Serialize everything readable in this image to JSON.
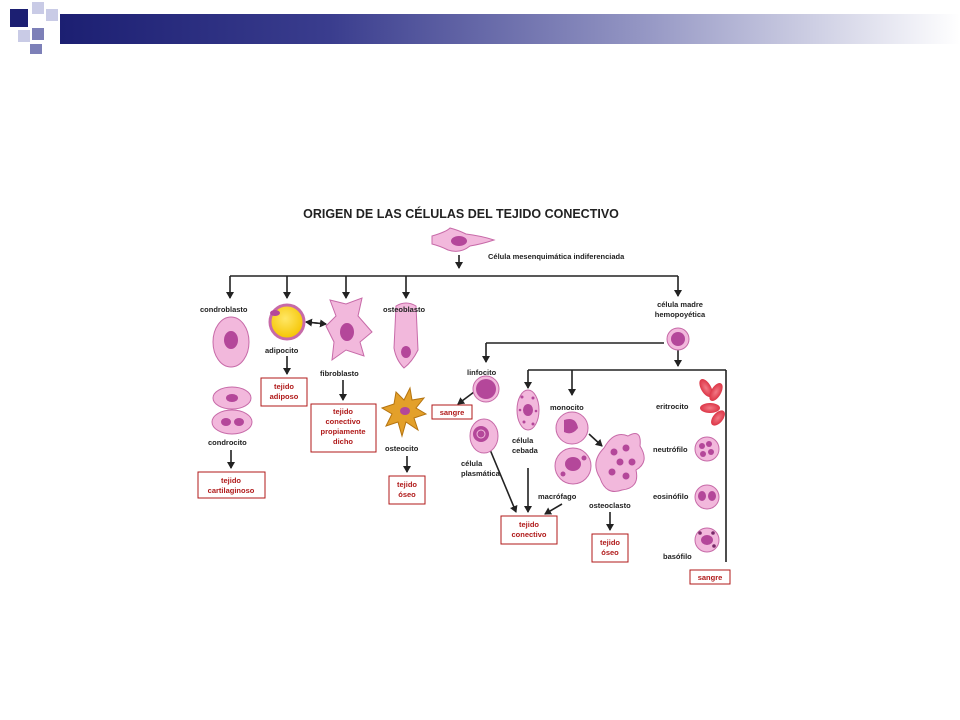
{
  "slide": {
    "banner_colors": {
      "dark": "#1c1f72",
      "mid": "#7d80b8",
      "light": "#c9cbe6"
    }
  },
  "diagram": {
    "title": "ORIGEN DE LAS CÉLULAS DEL TEJIDO CONECTIVO",
    "root_label": "Célula mesenquimática indiferenciada",
    "cells": {
      "condroblasto": "condroblasto",
      "adipocito": "adipocito",
      "fibroblasto": "fibroblasto",
      "osteoblasto": "osteoblasto",
      "celula_madre": [
        "célula madre",
        "hemopoyética"
      ],
      "condrocito": "condrocito",
      "osteocito": "osteocito",
      "linfocito": "linfocito",
      "celula_plasmatica": [
        "célula",
        "plasmática"
      ],
      "celula_cebada": [
        "célula",
        "cebada"
      ],
      "monocito": "monocito",
      "macrofago": "macrófago",
      "osteoclasto": "osteoclasto",
      "eritrocito": "eritrocito",
      "neutrofilo": "neutrófilo",
      "eosinofilo": "eosinófilo",
      "basofilo": "basófilo"
    },
    "tissues": {
      "adiposo": [
        "tejido",
        "adiposo"
      ],
      "conectivo_propio": [
        "tejido",
        "conectivo",
        "propiamente",
        "dicho"
      ],
      "cartilaginoso": [
        "tejido",
        "cartilaginoso"
      ],
      "oseo_1": [
        "tejido",
        "óseo"
      ],
      "sangre_1": [
        "sangre"
      ],
      "conectivo": [
        "tejido",
        "conectivo"
      ],
      "oseo_2": [
        "tejido",
        "óseo"
      ],
      "sangre_2": [
        "sangre"
      ]
    },
    "colors": {
      "cell_pink": "#f2b8dc",
      "nucleus": "#b4479a",
      "box_text": "#b01a1a",
      "box_border": "#b01a1a",
      "adipocyte_fat": "#f5c400",
      "osteocyte": "#e3a02a",
      "erythrocyte": "#d8283a"
    }
  }
}
